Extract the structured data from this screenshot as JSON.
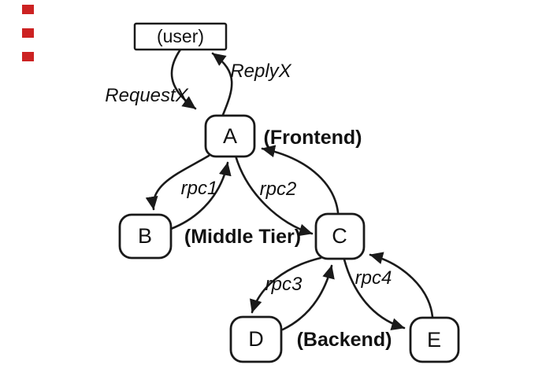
{
  "diagram": {
    "nodes": {
      "user": {
        "label": "(user)"
      },
      "a": {
        "label": "A"
      },
      "b": {
        "label": "B"
      },
      "c": {
        "label": "C"
      },
      "d": {
        "label": "D"
      },
      "e": {
        "label": "E"
      }
    },
    "tiers": {
      "frontend": "(Frontend)",
      "middle": "(Middle Tier)",
      "backend": "(Backend)"
    },
    "edges": {
      "request": "RequestX",
      "reply": "ReplyX",
      "rpc1": "rpc1",
      "rpc2": "rpc2",
      "rpc3": "rpc3",
      "rpc4": "rpc4"
    },
    "colors": {
      "ink": "#1a1a1a",
      "background": "#ffffff",
      "marker_red": "#cc2222"
    },
    "red_marker_count": "3"
  }
}
